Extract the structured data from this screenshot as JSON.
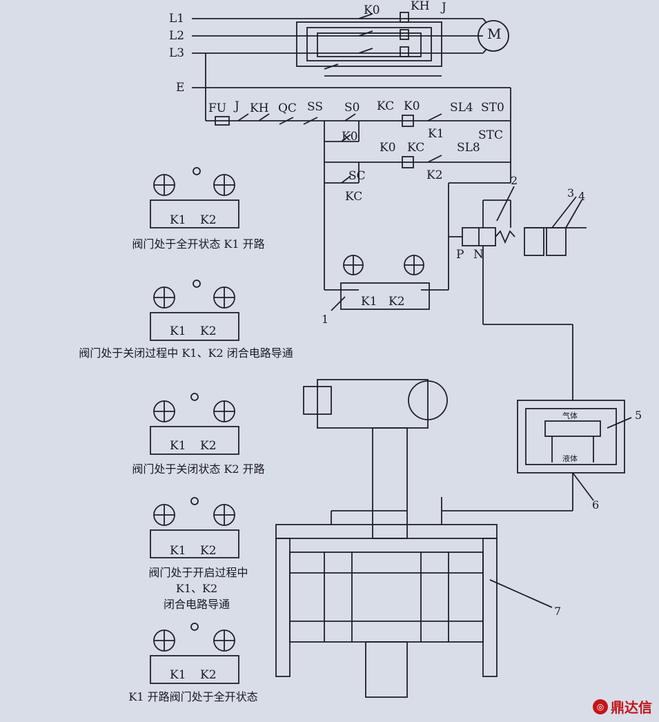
{
  "circuit": {
    "lines": [
      "L1",
      "L2",
      "L3",
      "E"
    ],
    "contactor_top": "K0",
    "overload_top": "KH",
    "motor_top": "J",
    "motor_symbol": "M",
    "control_labels": {
      "fu": "FU",
      "j": "J",
      "kh": "KH",
      "qc": "QC",
      "ss": "SS",
      "s0": "S0",
      "kc1": "KC",
      "k0a": "K0",
      "sl4": "SL4",
      "st0": "ST0",
      "k1": "K1",
      "k0b": "K0",
      "stc": "STC",
      "sc": "SC",
      "k0c": "K0",
      "kc2": "KC",
      "sl8": "SL8",
      "k2": "K2",
      "kc3": "KC"
    }
  },
  "pneumatic": {
    "p": "P",
    "n": "N"
  },
  "callouts": [
    "1",
    "2",
    "3",
    "4",
    "5",
    "6",
    "7"
  ],
  "tank": {
    "gas": "气体",
    "liquid": "液体"
  },
  "switch_labels": {
    "k1": "K1",
    "k2": "K2"
  },
  "captions": [
    "阀门处于全开状态 K1 开路",
    "阀门处于关闭过程中 K1、K2 闭合电路导通",
    "阀门处于关闭状态 K2 开路",
    "阀门处于开启过程中",
    "K1、K2",
    "闭合电路导通",
    "K1 开路阀门处于全开状态"
  ],
  "brand": "鼎达信"
}
